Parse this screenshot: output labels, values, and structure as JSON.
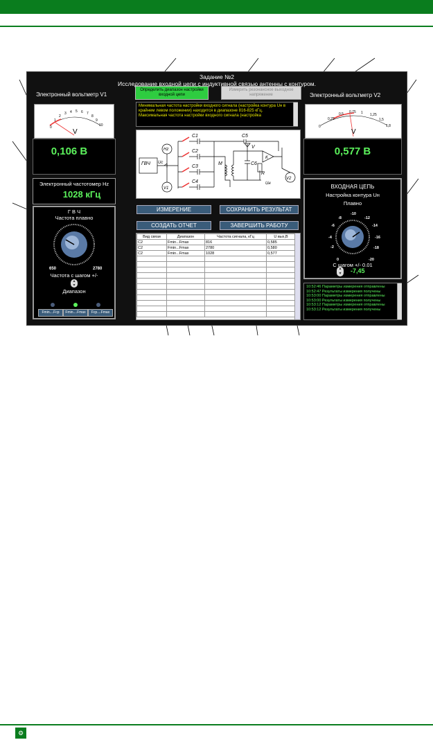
{
  "app": {
    "title_line1": "Задание №2",
    "title_line2": "Исследование входной цепи с индуктивной связью антенны с контуром.",
    "btn_range": "Определить диапазон настройки входной цепи",
    "btn_resonance": "Измерить резонансное выходное напряжение",
    "voltmeter1_label": "Электронный вольтметр  V1",
    "voltmeter2_label": "Электронный вольтметр  V2",
    "meter1_scale": [
      "0",
      "1",
      "2",
      "3",
      "4",
      "5",
      "6",
      "7",
      "8",
      "9",
      "10"
    ],
    "meter2_scale": [
      "0",
      "0,25",
      "0,5",
      "0,75",
      "1",
      "1,25",
      "1,5",
      "1,8"
    ],
    "meter_unit": "V",
    "v1_value": "0,106 В",
    "v2_value": "0,577 В",
    "freqmeter_label": "Электронный частотомер  Hz",
    "freq_value": "1028 кГц",
    "info_text": "Минимальная частота настройки входного сигнала (настройка контура Uн в крайнем левом положении) находится в диапазоне 816-825 кГц. Максимальная частота настройки входного сигнала  (настройка",
    "gvch": {
      "title": "Г В Ч",
      "smooth": "Частота плавно",
      "min": "650",
      "max": "2780",
      "step": "Частота с шагом +/-",
      "range_label": "Диапазон",
      "ranges": [
        "Fmin....Fcp",
        "Fmin....Fmax",
        "Fcp....Fmax"
      ]
    },
    "circuit": {
      "gen": "ГВЧ",
      "uc": "Uc",
      "hz": "Hz",
      "v1": "V1",
      "v2": "V2",
      "c1": "C1",
      "c2": "C2",
      "c3": "C3",
      "c4": "C4",
      "c5": "C5",
      "c6": "C6",
      "m": "M",
      "r": "R",
      "un": "Uн",
      "v": "V",
      "k": "K"
    },
    "buttons": {
      "measure": "ИЗМЕРЕНИЕ",
      "save": "СОХРАНИТЬ РЕЗУЛЬТАТ",
      "report": "СОЗДАТЬ ОТЧЕТ",
      "finish": "ЗАВЕРШИТЬ РАБОТУ"
    },
    "table": {
      "headers": [
        "Вид связи",
        "Диапазон",
        "Частота сигнала, кГц",
        "U вых,В"
      ],
      "rows": [
        [
          "C2",
          "Fmin...Fmax",
          "816",
          "0,585"
        ],
        [
          "C2",
          "Fmin...Fmax",
          "2780",
          "0,580"
        ],
        [
          "C2",
          "Fmin...Fmax",
          "1028",
          "0,577"
        ]
      ]
    },
    "input_circuit": {
      "title": "ВХОДНАЯ ЦЕПЬ",
      "tune": "Настройка контура  Uн",
      "smooth": "Плавно",
      "scale": [
        "-20",
        "-18",
        "-16",
        "-14",
        "-12",
        "-10",
        "-8",
        "-6",
        "-4",
        "-2",
        "0"
      ],
      "step": "С шагом +/- 0.01",
      "value": "-7,45"
    },
    "log": [
      "10:52:46 Параметры измерения отправлены",
      "10:52:47 Результаты измерения получены",
      "10:53:00 Параметры измерения отправлены",
      "10:53:00 Результаты измерения получены",
      "10:53:12 Параметры измерения отправлены",
      "10:53:12 Результаты измерения получены"
    ]
  }
}
